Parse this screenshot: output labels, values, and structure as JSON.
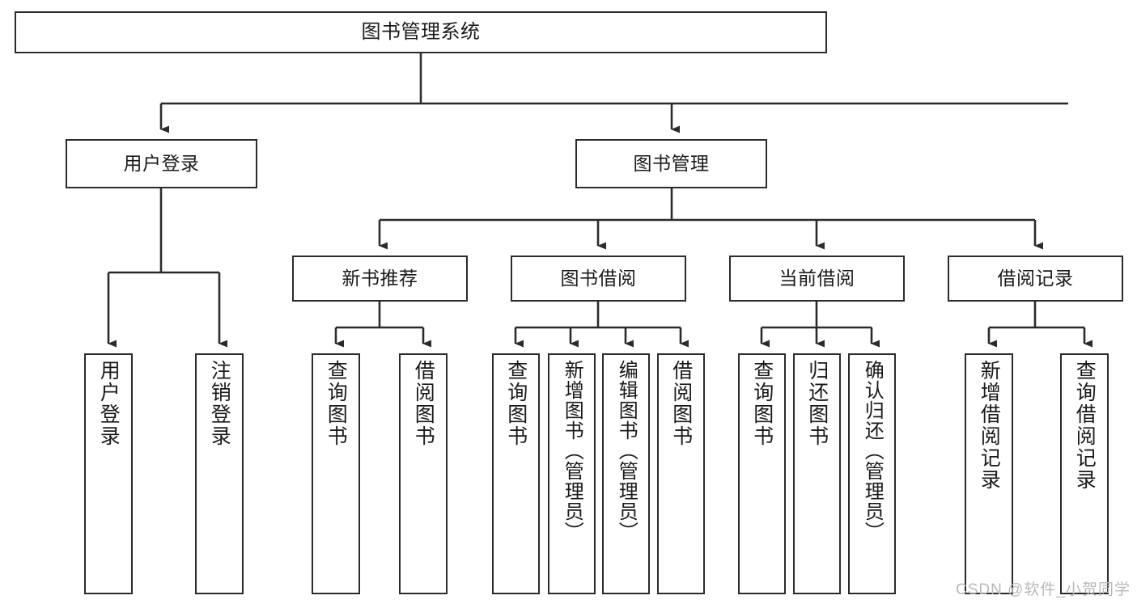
{
  "diagram": {
    "title": "图书管理系统",
    "type": "tree-hierarchy",
    "watermark": "CSDN @软件_小贺同学",
    "colors": {
      "box_border": "#2b2b2b",
      "box_fill": "#ffffff",
      "edge": "#2b2b2b",
      "text": "#1a1a1a",
      "watermark": "#b9b9b9",
      "background": "#ffffff"
    },
    "nodes": {
      "root": {
        "label": "图书管理系统"
      },
      "level2": [
        {
          "label": "用户登录"
        },
        {
          "label": "图书管理"
        }
      ],
      "level3": [
        {
          "label": "新书推荐"
        },
        {
          "label": "图书借阅"
        },
        {
          "label": "当前借阅"
        },
        {
          "label": "借阅记录"
        }
      ],
      "leaves": {
        "user_login": [
          {
            "label": "用户登录"
          },
          {
            "label": "注销登录"
          }
        ],
        "new_book_recommend": [
          {
            "label": "查询图书"
          },
          {
            "label": "借阅图书"
          }
        ],
        "book_borrow": [
          {
            "label": "查询图书"
          },
          {
            "label": "新增图书（管理员）"
          },
          {
            "label": "编辑图书（管理员）"
          },
          {
            "label": "借阅图书"
          }
        ],
        "current_borrow": [
          {
            "label": "查询图书"
          },
          {
            "label": "归还图书"
          },
          {
            "label": "确认归还（管理员）"
          }
        ],
        "borrow_record": [
          {
            "label": "新增借阅记录"
          },
          {
            "label": "查询借阅记录"
          }
        ]
      }
    }
  }
}
